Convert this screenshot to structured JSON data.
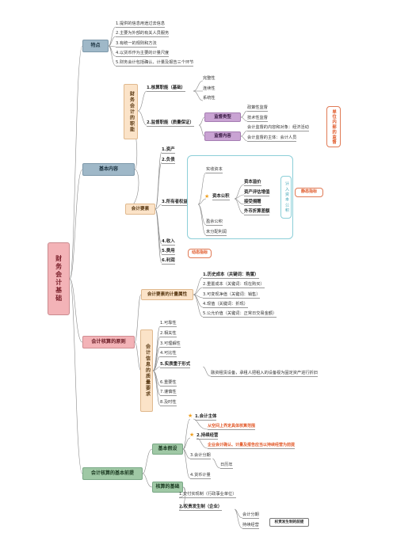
{
  "root": "财务会计基础",
  "features": {
    "label": "特点",
    "items": [
      "1.提供的信息用途过去信息",
      "2.主要为外部的有关人员服务",
      "3.有统一的规则和方法",
      "4.以货币作为主要的计量尺度",
      "5.财务会计包括确认、计量及报告三个环节"
    ]
  },
  "basic": {
    "label": "基本内容",
    "functions_label": "财务会计的职能",
    "accounting_func": "1.核算职能（基础）",
    "accounting_items": [
      "完整性",
      "连续性",
      "系统性"
    ],
    "supervision_func": "2.监督职能（质量保证）",
    "supervision_type": "监督类型",
    "supervision_type_items": [
      "政策性监督",
      "技术性监督"
    ],
    "supervision_content": "监督内容",
    "supervision_content_items": [
      "会计监督的内容和对象：经济活动",
      "会计监督的主体：会计人员"
    ],
    "unit_callout": "单位内部的监督",
    "elements_label": "会计要素",
    "el_1": "1.资产",
    "el_2": "2.负债",
    "el_3": "3.所有者权益",
    "el_3_items": [
      "实收资本",
      "盈余公积",
      "未分配利润"
    ],
    "capital_reserve": "资本公积",
    "capital_reserve_items": [
      "资本溢价",
      "资产评估增值",
      "接受捐赠",
      "外币折算差额"
    ],
    "bracket_text": "计入资本公积",
    "static_tag": "静态指标",
    "el_4": "4.收入",
    "el_5": "5.费用",
    "el_6": "6.利润",
    "dynamic_tag": "动态指标"
  },
  "principles": {
    "label": "会计核算的原则",
    "measure_label": "会计要素的计量属性",
    "measure_items": [
      "1.历史成本（关键词：购置）",
      "2.重置成本（关键词：现在购买）",
      "3.可变现净值（关键词：销售）",
      "4.现值（关键词：折现）",
      "5.公允价值（关键词：正常日交易金额）"
    ],
    "quality_label": "会计信息的质量要求",
    "quality_items": [
      "1.可靠性",
      "2.相关性",
      "3.可理解性",
      "4.可比性",
      "5.实质重于形式",
      "6.重要性",
      "7.谨慎性",
      "8.及时性"
    ],
    "substance_note": "融资租赁设备，承租人把租入的设备视为固定资产进行折旧"
  },
  "premises": {
    "label": "会计核算的基本前提",
    "assumption_label": "基本假设",
    "a1": "1.会计主体",
    "a1_note": "从空间上界定具体核算范围",
    "a2": "2.持续经营",
    "a2_note": "企业会计确认、计量及报告应当以持续经营为前提",
    "a3": "3.会计分期",
    "a3_item": "日历年",
    "a4": "4.货币计量",
    "basis_label": "核算的基础",
    "b1": "1.交付实现制（行政事业单位）",
    "b2": "2.权责发生制（企业）",
    "b2_items": [
      "会计分期",
      "持续经营"
    ],
    "b2_note": "权责发生制的前提"
  },
  "colors": {
    "pink": "#f3b3b7",
    "blue": "#9fb8c8",
    "green": "#9fc8a5",
    "peach": "#fbe3c8",
    "purple": "#c9a3d3",
    "accent": "#e35a2a",
    "teal": "#8ccfd8",
    "star": "#f0a020"
  }
}
